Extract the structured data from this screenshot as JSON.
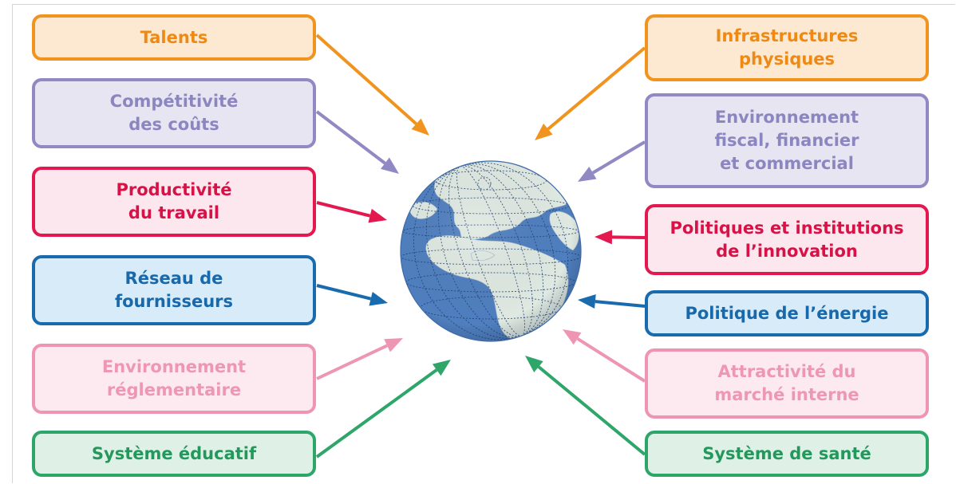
{
  "colors": {
    "orange": {
      "border": "#f0941f",
      "fill": "#fde9d1",
      "text": "#ee8a14"
    },
    "purple": {
      "border": "#9089c3",
      "fill": "#e8e5f3",
      "text": "#8c86c0"
    },
    "red": {
      "border": "#e3184f",
      "fill": "#fde7ee",
      "text": "#d81147"
    },
    "blue": {
      "border": "#1a6aae",
      "fill": "#d8ebf8",
      "text": "#1769ac"
    },
    "pink": {
      "border": "#ee95b4",
      "fill": "#fdeaf1",
      "text": "#ed97b5"
    },
    "green": {
      "border": "#2ea66a",
      "fill": "#dff0e6",
      "text": "#23985c"
    },
    "ocean": "#4f7fbf",
    "land": "#dfe9e2"
  },
  "left_factors": [
    {
      "label": "Talents",
      "color": "orange"
    },
    {
      "label": "Compétitivité\ndes coûts",
      "color": "purple"
    },
    {
      "label": "Productivité\ndu travail",
      "color": "red"
    },
    {
      "label": "Réseau de\nfournisseurs",
      "color": "blue"
    },
    {
      "label": "Environnement\nréglementaire",
      "color": "pink"
    },
    {
      "label": "Système éducatif",
      "color": "green"
    }
  ],
  "right_factors": [
    {
      "label": "Infrastructures\nphysiques",
      "color": "orange"
    },
    {
      "label": "Environnement\nfiscal, financier\net commercial",
      "color": "purple"
    },
    {
      "label": "Politiques et institutions\nde l’innovation",
      "color": "red"
    },
    {
      "label": "Politique de l’énergie",
      "color": "blue"
    },
    {
      "label": "Attractivité du\nmarché interne",
      "color": "pink"
    },
    {
      "label": "Système de santé",
      "color": "green"
    }
  ],
  "globe": {
    "icon": "globe-icon"
  }
}
